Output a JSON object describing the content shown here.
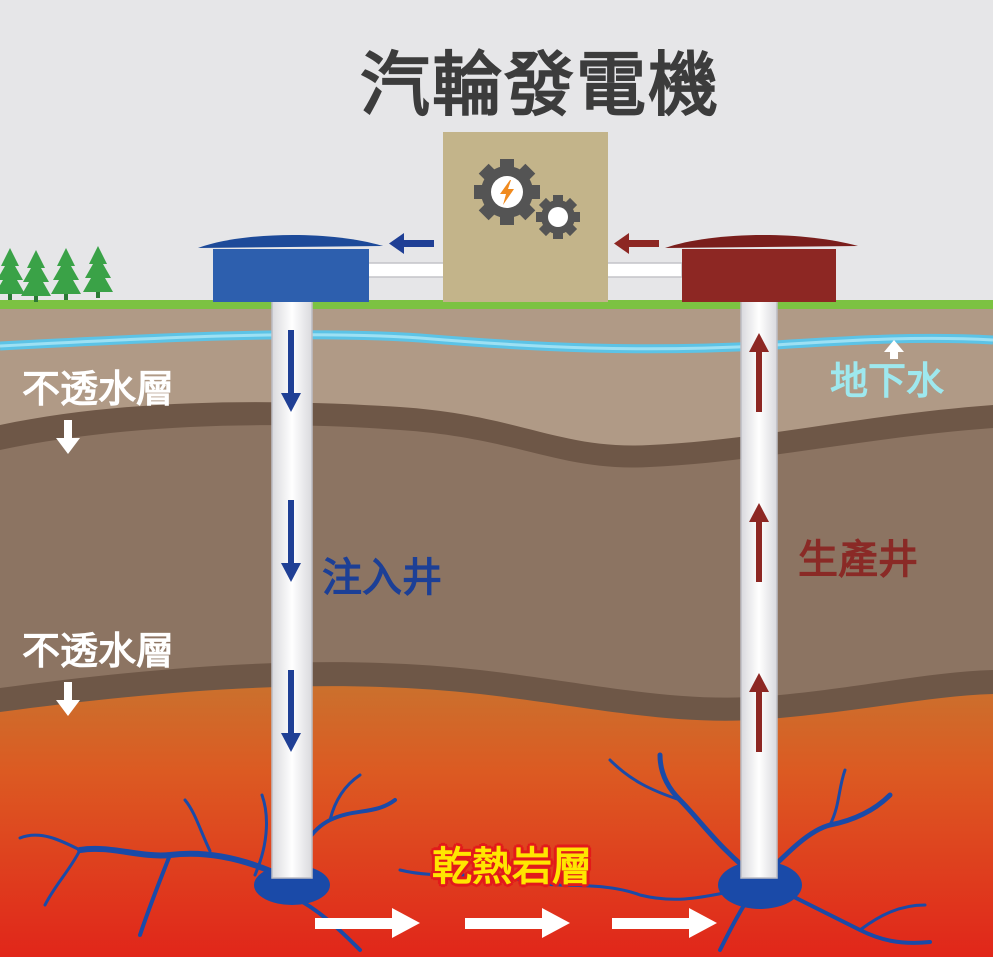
{
  "labels": {
    "title": "汽輪發電機",
    "impermeable_layer_1": "不透水層",
    "impermeable_layer_2": "不透水層",
    "groundwater": "地下水",
    "injection_well": "注入井",
    "production_well": "生產井",
    "hot_dry_rock": "乾熱岩層"
  },
  "colors": {
    "sky": "#e6e6e8",
    "grass": "#7cc242",
    "soil_top": "#b09a86",
    "soil_middle": "#8c7462",
    "impermeable_band": "#6e5747",
    "groundwater": "#5cc3e6",
    "hot_rock_top": "#d4762e",
    "hot_rock_bottom": "#e2291a",
    "cold_water": "#1f3f95",
    "hot_water": "#8d2723",
    "generator_building": "#c3b48a",
    "gear": "#545454",
    "lightning": "#f08a1e",
    "tree": "#3aa247",
    "fracture": "#1a4aa8"
  },
  "icons": [
    "gear-icon",
    "lightning-icon",
    "tree-icon",
    "flow-arrow-icon"
  ]
}
